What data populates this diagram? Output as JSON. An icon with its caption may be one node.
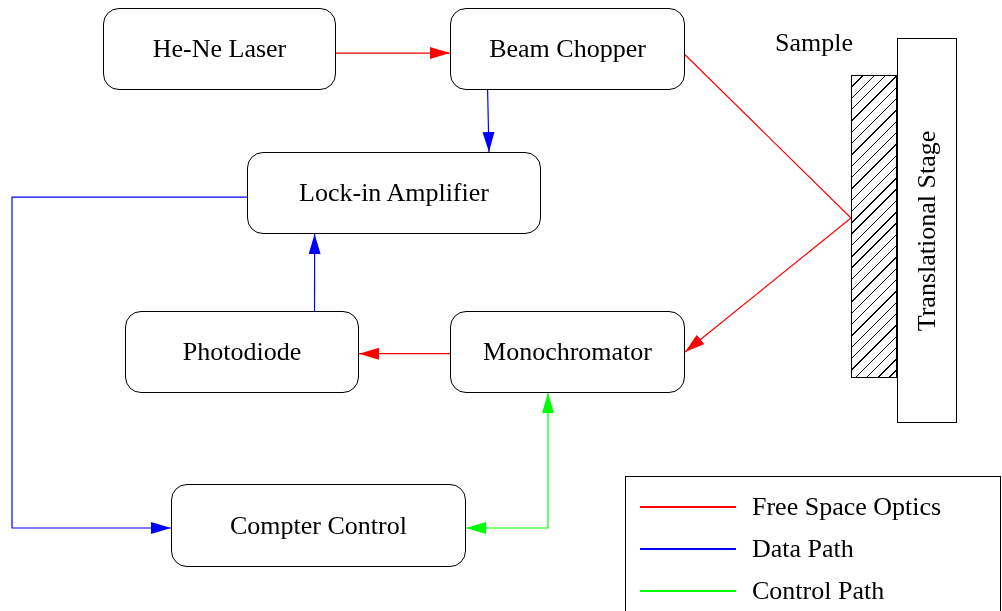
{
  "diagram": {
    "nodes": [
      {
        "text": [
          "He-Ne Laser"
        ]
      },
      {
        "text": [
          "Beam Chopper"
        ]
      },
      {
        "text": [
          "Lock-in Amplifier"
        ]
      },
      {
        "text": [
          "Photodiode"
        ]
      },
      {
        "text": [
          "Monochromator"
        ]
      },
      {
        "text": [
          "Compter Control"
        ]
      },
      {
        "text": [
          "Sample"
        ]
      },
      {
        "text": [
          "Translational Stage"
        ]
      }
    ],
    "edges": [
      {
        "from": 0,
        "to": 1,
        "arrow": "to",
        "color": "#ff0000"
      },
      {
        "from": 1,
        "to": 2,
        "arrow": "to",
        "color": "#0000ff"
      },
      {
        "from": 1,
        "to": 6,
        "arrow": "none",
        "color": "#ff0000"
      },
      {
        "from": 6,
        "to": 4,
        "arrow": "to",
        "color": "#ff0000"
      },
      {
        "from": 4,
        "to": 3,
        "arrow": "to",
        "color": "#ff0000"
      },
      {
        "from": 3,
        "to": 2,
        "arrow": "to",
        "color": "#0000ff"
      },
      {
        "from": 2,
        "to": 5,
        "arrow": "to",
        "color": "#0000ff"
      },
      {
        "from": 4,
        "to": 5,
        "arrow": "both",
        "color": "#00ff00"
      }
    ],
    "legend": [
      {
        "text": "Free Space Optics",
        "color": "#ff0000"
      },
      {
        "text": "Data Path",
        "color": "#0000ff"
      },
      {
        "text": "Control Path",
        "color": "#00ff00"
      }
    ]
  }
}
